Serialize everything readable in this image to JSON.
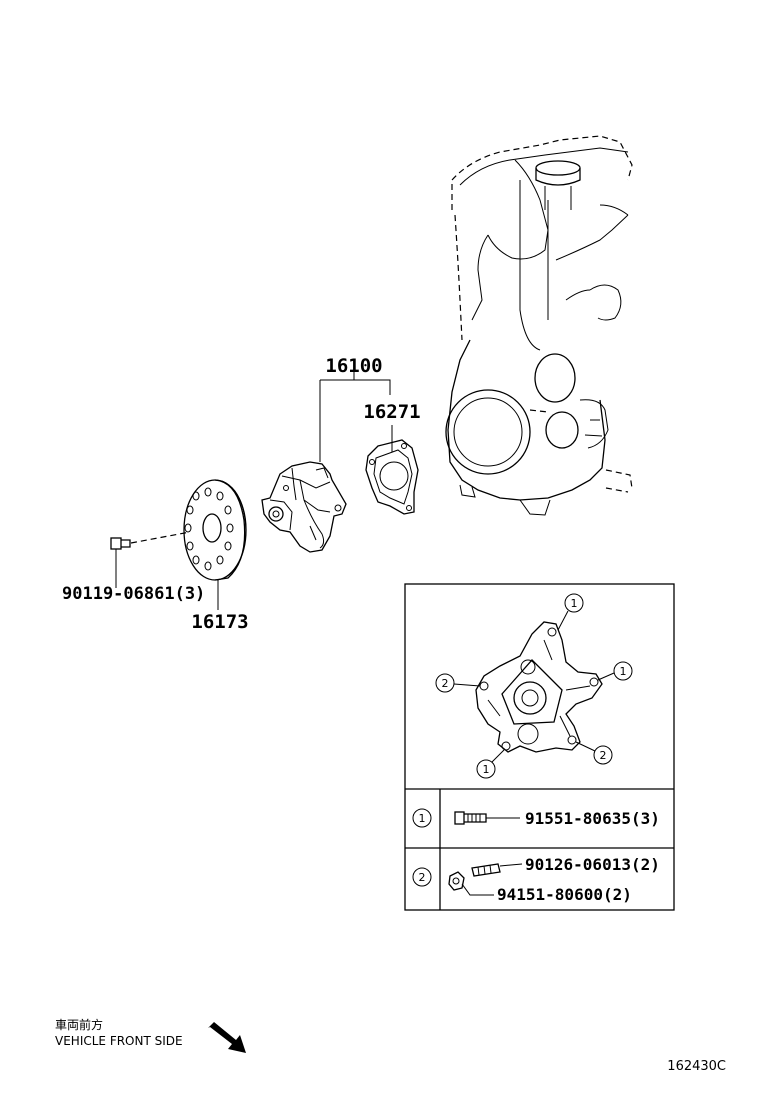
{
  "parts": {
    "p16100": "16100",
    "p16271": "16271",
    "p16173": "16173",
    "p90119": "90119-06861(3)"
  },
  "callout": {
    "row1_marker": "1",
    "row2_marker": "2",
    "row1_part": "91551-80635(3)",
    "row2_part_a": "90126-06013(2)",
    "row2_part_b": "94151-80600(2)"
  },
  "orientation": {
    "jp_label": "車両前方",
    "en_label": "VEHICLE FRONT SIDE"
  },
  "diagram_code": "162430C"
}
